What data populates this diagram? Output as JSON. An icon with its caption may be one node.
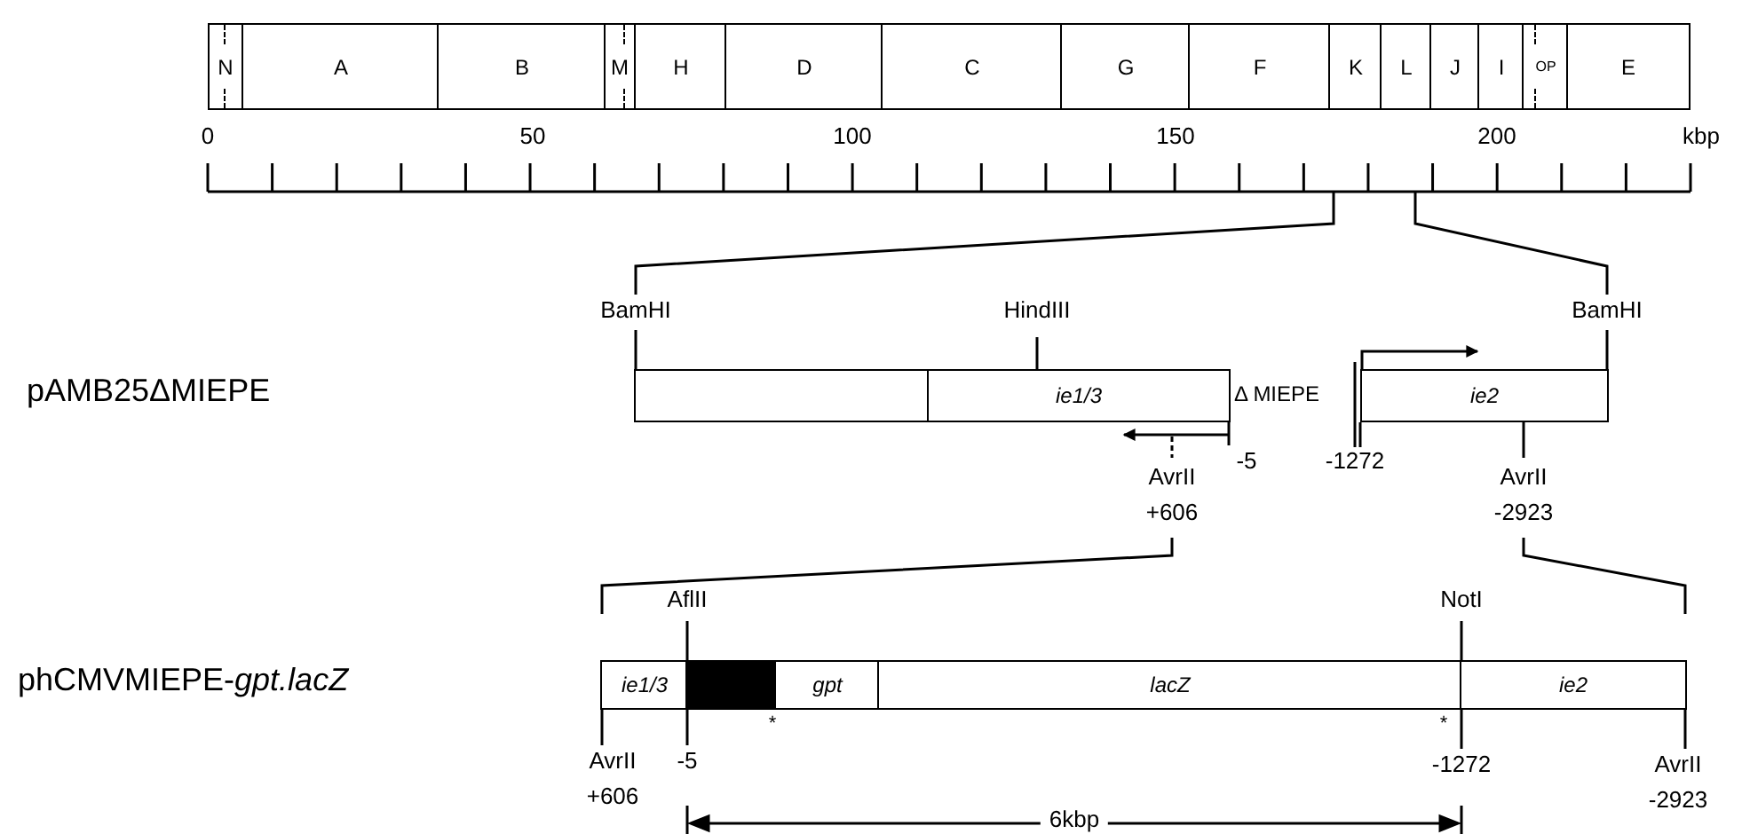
{
  "diagram": {
    "nodes": [
      {
        "text": [
          "N"
        ]
      },
      {
        "text": [
          "A"
        ]
      },
      {
        "text": [
          "B"
        ]
      },
      {
        "text": [
          "M"
        ]
      },
      {
        "text": [
          "H"
        ]
      },
      {
        "text": [
          "D"
        ]
      },
      {
        "text": [
          "C"
        ]
      },
      {
        "text": [
          "G"
        ]
      },
      {
        "text": [
          "F"
        ]
      },
      {
        "text": [
          "K"
        ]
      },
      {
        "text": [
          "L"
        ]
      },
      {
        "text": [
          "J"
        ]
      },
      {
        "text": [
          "I"
        ]
      },
      {
        "text": [
          "OP"
        ]
      },
      {
        "text": [
          "E"
        ]
      },
      {
        "text": [],
        "shape": "box",
        "beside": [
          "BamHI"
        ]
      },
      {
        "text": [
          "ie1/3"
        ],
        "beside": [
          "HindIII",
          "-5",
          "AvrII",
          "+606"
        ]
      },
      {
        "text": [
          "ie2"
        ],
        "beside": [
          "BamHI",
          "-1272",
          "AvrII",
          "-2923"
        ]
      },
      {
        "text": [
          "ie1/3"
        ],
        "beside": [
          "AflII",
          "AvrII",
          "-5",
          "+606"
        ]
      },
      {
        "text": [],
        "shape": "box",
        "beside": [
          "*"
        ]
      },
      {
        "text": [
          "gpt"
        ]
      },
      {
        "text": [
          "lacZ"
        ],
        "beside": [
          "*"
        ]
      },
      {
        "text": [
          "ie2"
        ],
        "beside": [
          "NotI",
          "-1272",
          "AvrII",
          "-2923"
        ]
      }
    ],
    "labels": [
      "0",
      "50",
      "100",
      "150",
      "200",
      "kbp",
      "pAMB25ΔMIEPE",
      "Δ MIEPE",
      "phCMVMIEPE-*gpt.lacZ*",
      "6kbp"
    ]
  }
}
